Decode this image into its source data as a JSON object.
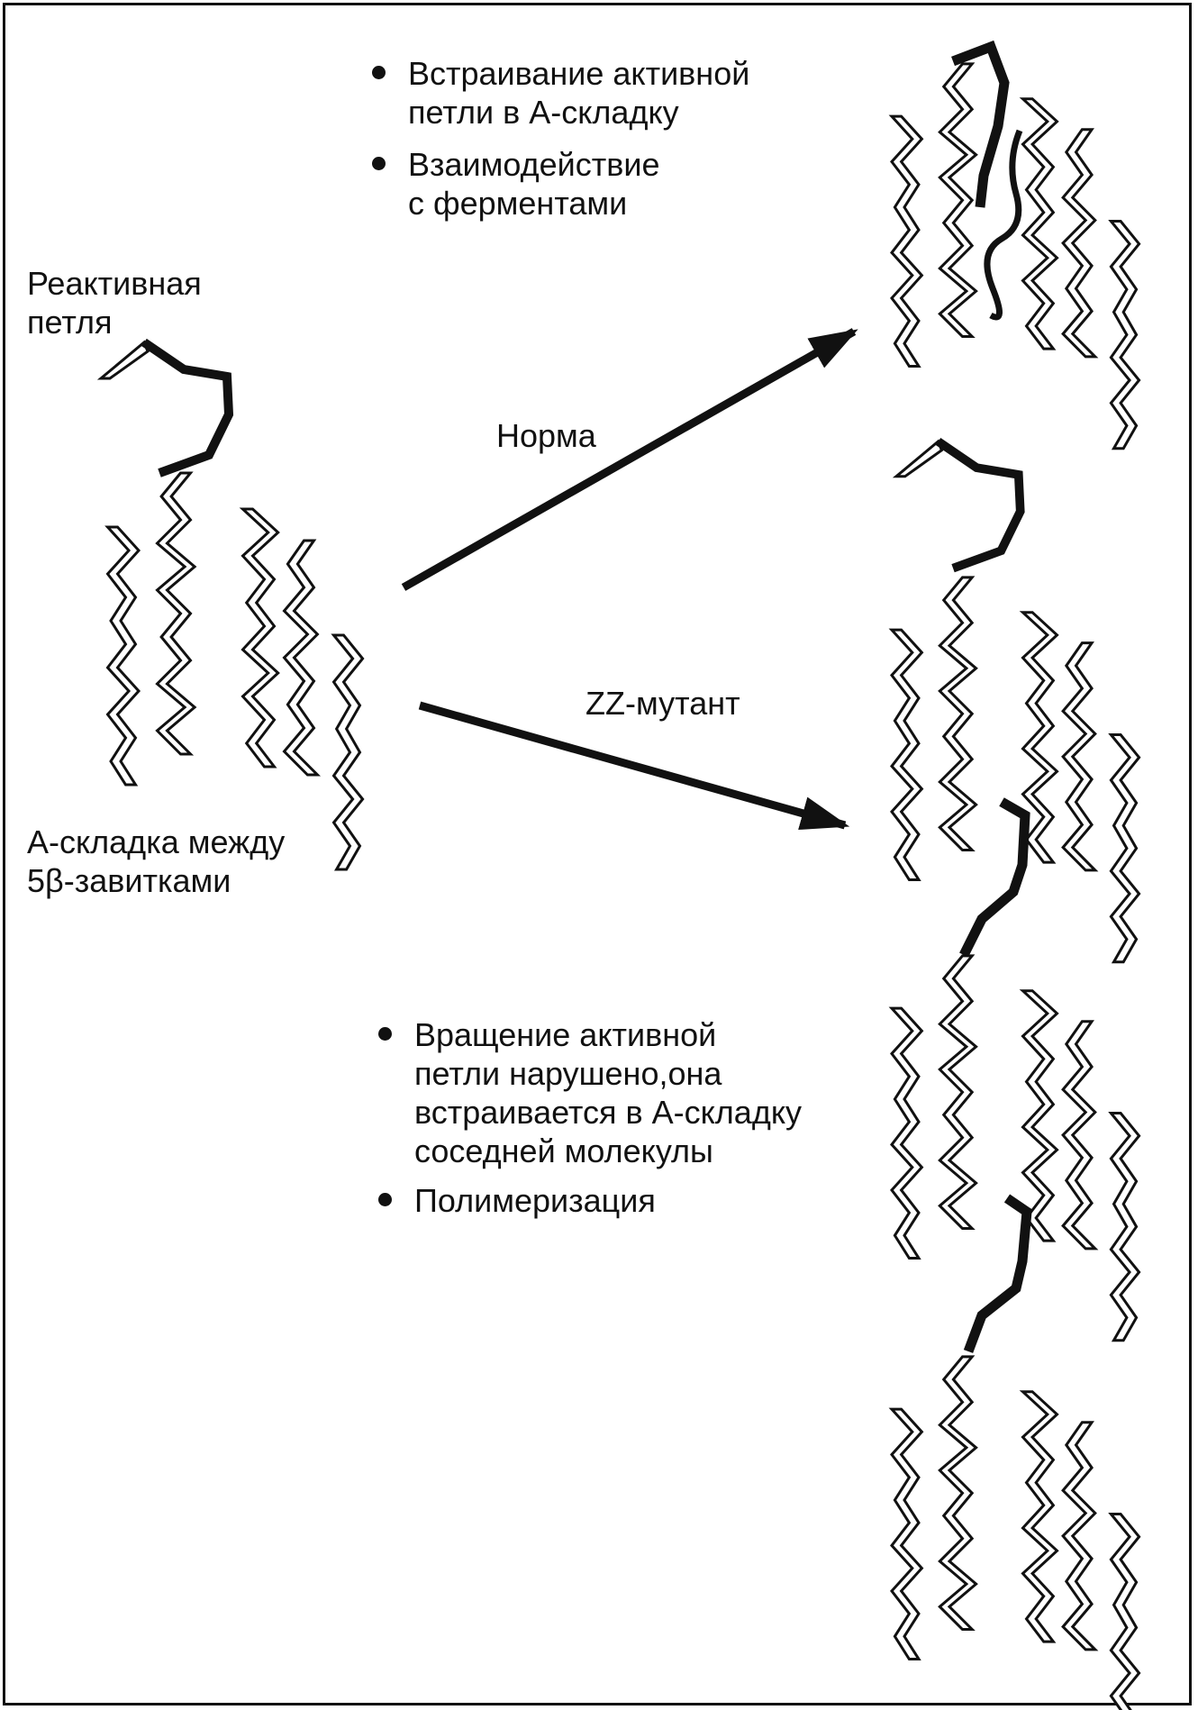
{
  "diagram": {
    "reactive_loop_label": "Реактивная\nпетля",
    "a_sheet_label": "А-складка между\n5β-завитками",
    "arrow_normal_label": "Норма",
    "arrow_mutant_label": "ZZ-мутант",
    "normal_outcomes": [
      "Встраивание активной\nпетли в А-складку",
      "Взаимодействие\nс ферментами"
    ],
    "mutant_outcomes": [
      "Вращение активной\nпетли нарушено,она\nвстраивается в А-складку\nсоседней молекулы",
      "Полимеризация"
    ]
  }
}
